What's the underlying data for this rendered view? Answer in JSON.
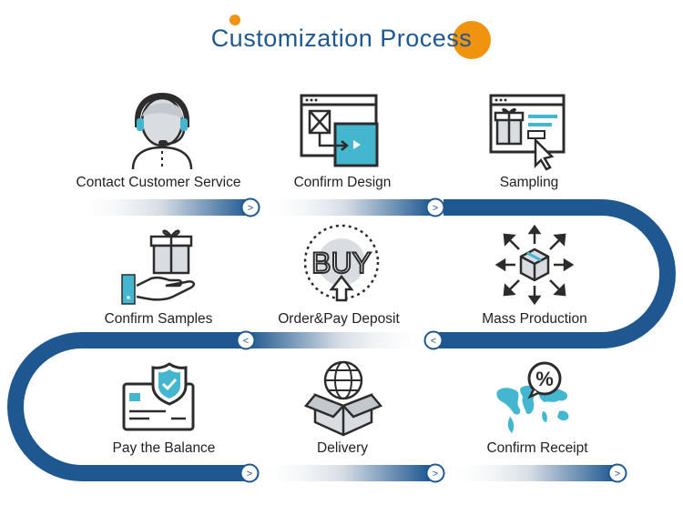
{
  "title": "Customization Process",
  "colors": {
    "navy": "#1f5890",
    "teal": "#45b6d0",
    "dark": "#2c2c2c",
    "orange": "#f0940f",
    "light": "#d9dde2"
  },
  "steps": [
    {
      "label": "Contact Customer Service",
      "icon": "customer-service-icon"
    },
    {
      "label": "Confirm Design",
      "icon": "design-window-icon"
    },
    {
      "label": "Sampling",
      "icon": "sampling-browser-icon"
    },
    {
      "label": "Confirm Samples",
      "icon": "gift-hand-icon"
    },
    {
      "label": "Order&Pay Deposit",
      "icon": "buy-icon"
    },
    {
      "label": "Mass Production",
      "icon": "cube-arrows-icon"
    },
    {
      "label": "Pay the Balance",
      "icon": "card-shield-icon"
    },
    {
      "label": "Delivery",
      "icon": "globe-box-icon"
    },
    {
      "label": "Confirm Receipt",
      "icon": "world-percent-icon"
    }
  ],
  "arrows": [
    ">",
    ">",
    "<",
    "<",
    ">",
    ">",
    ">"
  ]
}
